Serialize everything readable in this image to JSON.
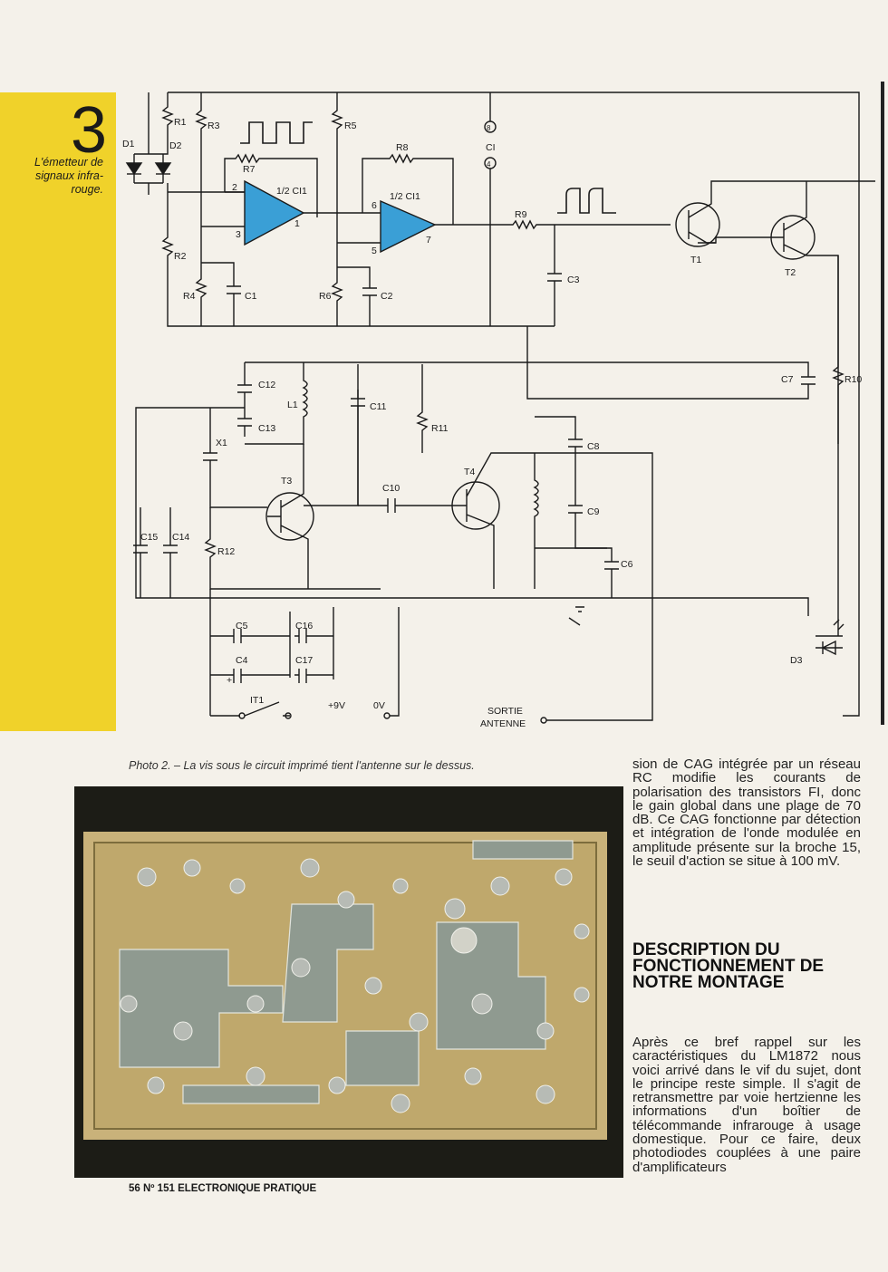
{
  "figure": {
    "number": "3",
    "caption": "L'émetteur de signaux infra-rouge."
  },
  "schematic_labels": {
    "d1": "D1",
    "d2": "D2",
    "r1": "R1",
    "r2": "R2",
    "r3": "R3",
    "r4": "R4",
    "r5": "R5",
    "r6": "R6",
    "r7": "R7",
    "r8": "R8",
    "r9": "R9",
    "r10": "R10",
    "r11": "R11",
    "r12": "R12",
    "c1": "C1",
    "c2": "C2",
    "c3": "C3",
    "c4": "C4",
    "c5": "C5",
    "c6": "C6",
    "c7": "C7",
    "c8": "C8",
    "c9": "C9",
    "c10": "C10",
    "c11": "C11",
    "c12": "C12",
    "c13": "C13",
    "c14": "C14",
    "c15": "C15",
    "c16": "C16",
    "c17": "C17",
    "ci_half_a": "1/2 CI1",
    "ci_half_b": "1/2 CI1",
    "ci": "CI",
    "pin2": "2",
    "pin3": "3",
    "pin1": "1",
    "pin6": "6",
    "pin5": "5",
    "pin7": "7",
    "pin8": "8",
    "pin4": "4",
    "t1": "T1",
    "t2": "T2",
    "t3": "T3",
    "t4": "T4",
    "l1": "L1",
    "x1": "X1",
    "d3": "D3",
    "it1": "IT1",
    "plus9v": "+9V",
    "zero_v": "0V",
    "sortie": "SORTIE",
    "antenne": "ANTENNE",
    "plus": "+"
  },
  "photo_caption": "Photo 2. – La vis sous le circuit imprimé tient l'antenne sur le dessus.",
  "footer": "56 Nº 151 ELECTRONIQUE PRATIQUE",
  "article": {
    "para1": "sion de CAG intégrée par un réseau RC modifie les courants de polarisation des transistors FI, donc le gain global dans une plage de 70 dB. Ce CAG fonctionne par détection et intégration de l'onde modulée en amplitude présente sur la broche 15, le seuil d'action se situe à 100 mV.",
    "heading": "DESCRIPTION DU FONCTIONNEMENT DE NOTRE MONTAGE",
    "para2": "Après ce bref rappel sur les caractéristiques du LM1872 nous voici arrivé dans le vif du sujet, dont le principe reste simple. Il s'agit de retransmettre par voie hertzienne les informations d'un boîtier de télécommande infrarouge à usage domestique. Pour ce faire, deux photodiodes couplées à une paire d'amplificateurs"
  },
  "colors": {
    "yellow": "#f0d22a",
    "opamp_fill": "#3a9fd6",
    "paper": "#f4f1ea",
    "ink": "#1a1a1a"
  }
}
